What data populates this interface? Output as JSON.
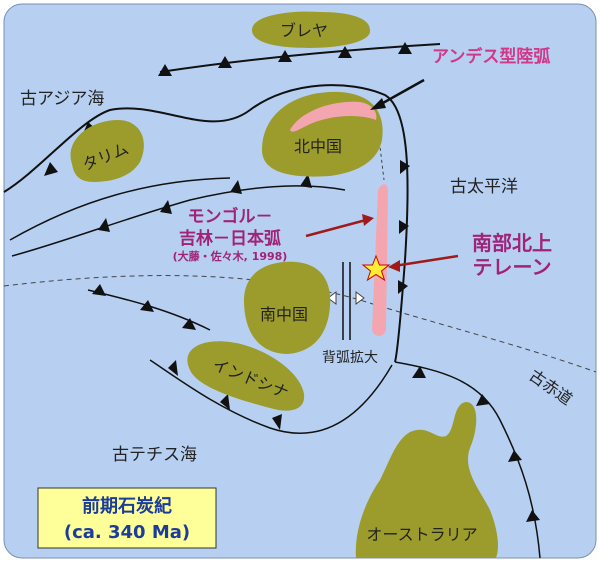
{
  "colors": {
    "ocean": "#b7d0f2",
    "landmass": "#9c9c2c",
    "arc": "#f4a6b0",
    "label_pink": "#d0388a",
    "label_magenta": "#a0237a",
    "badge_fill": "#ffff99",
    "badge_text": "#1c3c9c",
    "star": "#ffee33"
  },
  "oceans": {
    "paleo_asia": "古アジア海",
    "paleo_pacific": "古太平洋",
    "paleo_tethys": "古テチス海",
    "paleo_equator": "古赤道"
  },
  "landmasses": {
    "bureya": "ブレヤ",
    "tarim": "タリム",
    "north_china": "北中国",
    "south_china": "南中国",
    "indochina": "インドシナ",
    "australia": "オーストラリア"
  },
  "annotations": {
    "andes_arc": "アンデス型陸弧",
    "mongol_line1": "モンゴル－",
    "mongol_line2": "吉林－日本弧",
    "citation": "(大藤・佐々木, 1998)",
    "south_kitakami_1": "南部北上",
    "south_kitakami_2": "テレーン",
    "backarc": "背弧拡大"
  },
  "badge": {
    "period": "前期石炭紀",
    "age": "(ca. 340 Ma)"
  }
}
